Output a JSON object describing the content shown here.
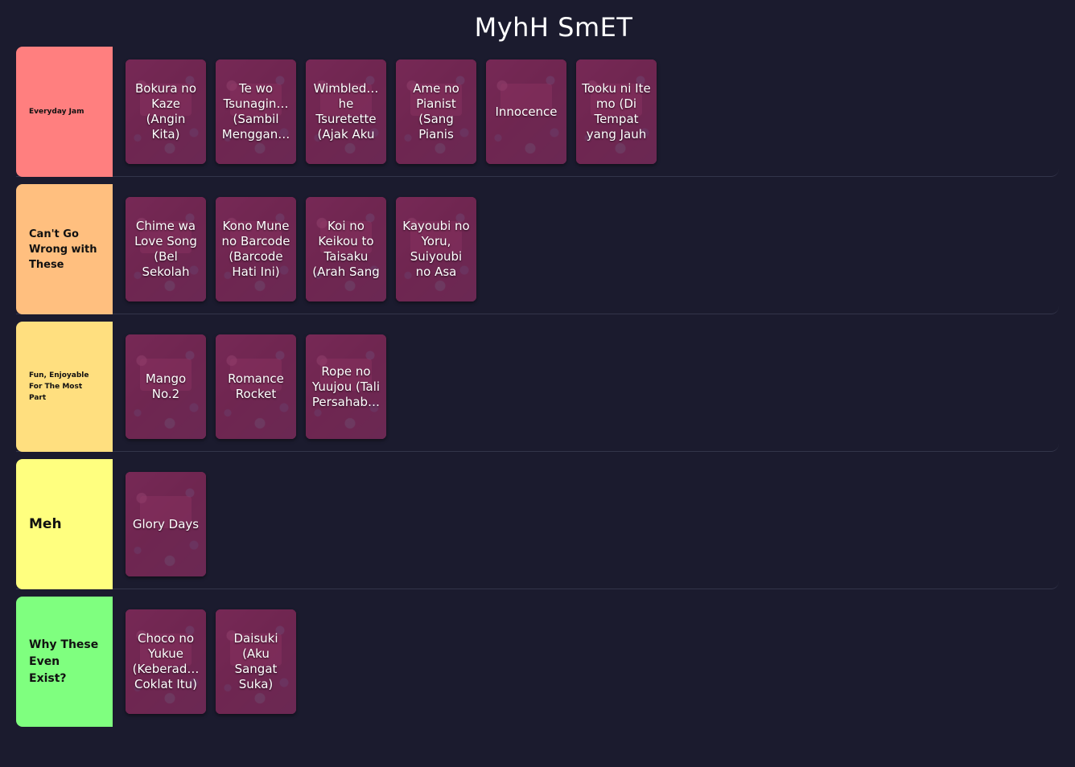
{
  "page": {
    "title": "MyhH SmET"
  },
  "tiers": [
    {
      "label": "Everyday Jam",
      "color": "#ff7f7f",
      "songs": [
        "Bokura no Kaze (Angin Kita)",
        "Te wo Tsunagin… (Sambil Menggan…",
        "Wimbled… he Tsuretette (Ajak Aku",
        "Ame no Pianist (Sang Pianis",
        "Innocence",
        "Tooku ni Ite mo (Di Tempat yang Jauh"
      ]
    },
    {
      "label": "Can't Go Wrong with These",
      "color": "#ffbf7f",
      "songs": [
        "Chime wa Love Song (Bel Sekolah",
        "Kono Mune no Barcode (Barcode Hati Ini)",
        "Koi no Keikou to Taisaku (Arah Sang",
        "Kayoubi no Yoru, Suiyoubi no Asa"
      ]
    },
    {
      "label": "Fun, Enjoyable For The Most Part",
      "color": "#ffdf7f",
      "songs": [
        "Mango No.2",
        "Romance Rocket",
        "Rope no Yuujou (Tali Persahab…"
      ]
    },
    {
      "label": "Meh",
      "color": "#ffff7f",
      "songs": [
        "Glory Days"
      ]
    },
    {
      "label": "Why These Even Exist?",
      "color": "#7fff7f",
      "songs": [
        "Choco no Yukue (Keberad… Coklat Itu)",
        "Daisuki (Aku Sangat Suka)"
      ]
    }
  ]
}
